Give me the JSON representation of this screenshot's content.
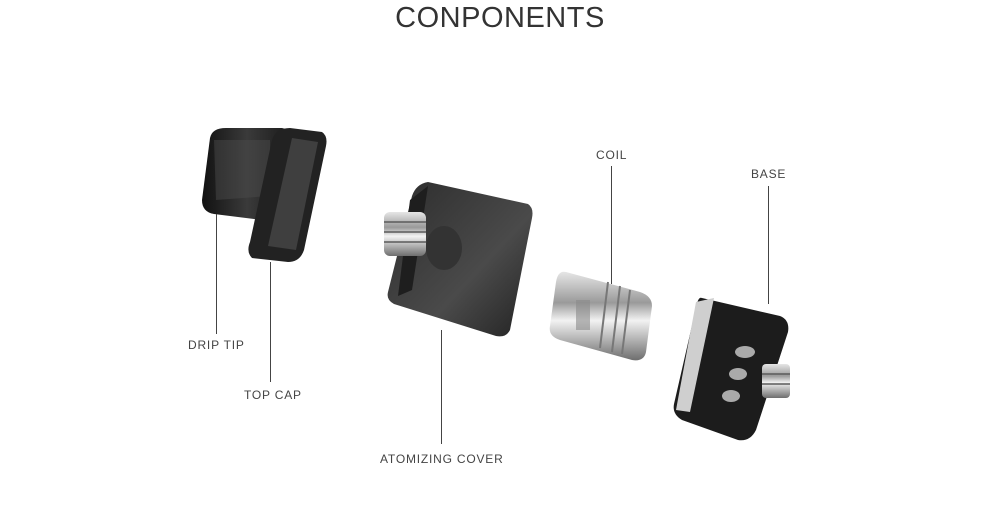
{
  "title": "CONPONENTS",
  "labels": {
    "drip_tip": "DRIP TIP",
    "top_cap": "TOP CAP",
    "atomizing_cover": "ATOMIZING COVER",
    "coil": "COIL",
    "base": "BASE"
  },
  "colors": {
    "text": "#333333",
    "part_dark": "#2a2a2a",
    "metal": "#b8b8b8"
  }
}
